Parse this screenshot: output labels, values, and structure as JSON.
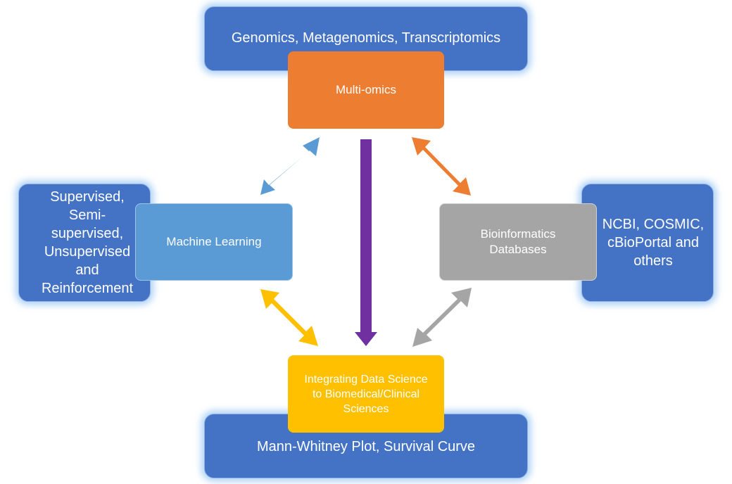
{
  "diagram": {
    "outer_boxes": {
      "top": "Genomics, Metagenomics, Transcriptomics",
      "bottom": "Mann-Whitney Plot, Survival Curve",
      "left": "Supervised,\nSemi-\nsupervised,\nUnsupervised\nand\nReinforcement",
      "right": "NCBI, COSMIC,\ncBioPortal and\nothers"
    },
    "nodes": {
      "multi_omics": "Multi-omics",
      "machine_learning": "Machine Learning",
      "bioinformatics": "Bioinformatics\nDatabases",
      "integrating": "Integrating Data Science\nto Biomedical/Clinical\nSciences"
    },
    "colors": {
      "outer_blue": "#4472c4",
      "multi_omics": "#ed7d31",
      "machine_learning": "#5b9bd5",
      "bioinformatics": "#a5a5a5",
      "integrating": "#ffc000",
      "center_arrow": "#7030a0"
    },
    "arrows": [
      {
        "from": "multi_omics",
        "to": "machine_learning",
        "style": "double",
        "color": "#5b9bd5"
      },
      {
        "from": "multi_omics",
        "to": "bioinformatics",
        "style": "double",
        "color": "#ed7d31"
      },
      {
        "from": "machine_learning",
        "to": "integrating",
        "style": "double",
        "color": "#ffc000"
      },
      {
        "from": "bioinformatics",
        "to": "integrating",
        "style": "double",
        "color": "#a5a5a5"
      },
      {
        "from": "multi_omics",
        "to": "integrating",
        "style": "single",
        "color": "#7030a0"
      }
    ]
  }
}
